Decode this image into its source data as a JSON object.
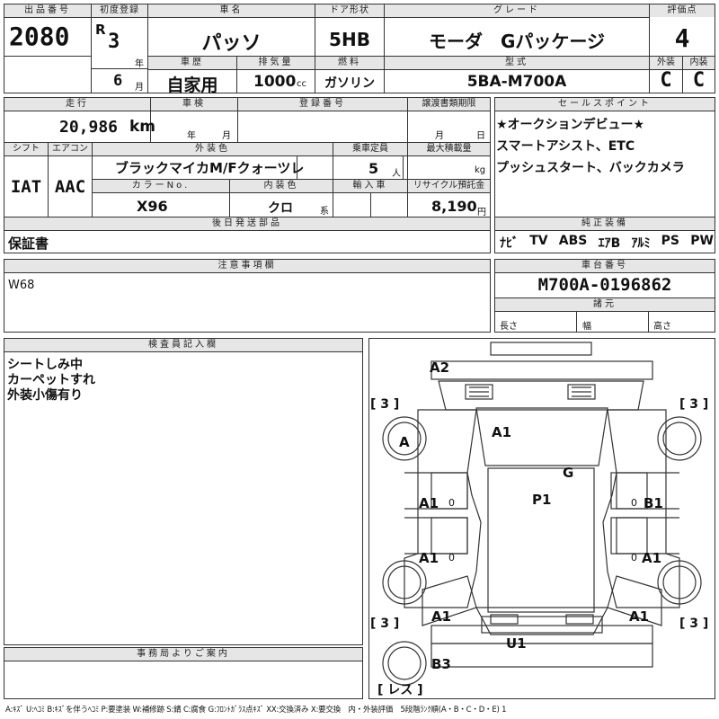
{
  "header": {
    "lot_label": "出品番号",
    "lot": "2080",
    "reg_label": "初度登録",
    "era": "R",
    "year": "3",
    "year_unit": "年",
    "month": "6",
    "month_unit": "月",
    "name_label": "車名",
    "name": "パッソ",
    "door_label": "ドア形状",
    "door": "5HB",
    "grade_label": "グレード",
    "grade": "モーダ　Gパッケージ",
    "score_label": "評価点",
    "score": "4",
    "ext_label": "外装",
    "ext": "C",
    "int_label": "内装",
    "int": "C",
    "history_label": "車歴",
    "history": "自家用",
    "disp_label": "排気量",
    "disp": "1000",
    "disp_unit": "cc",
    "fuel_label": "燃料",
    "fuel": "ガソリン",
    "model_label": "型式",
    "model": "5BA-M700A"
  },
  "row2": {
    "mileage_label": "走行",
    "mileage": "20,986",
    "mileage_unit": "km",
    "inspect_label": "車検",
    "inspect_year": "年",
    "inspect_month": "月",
    "regno_label": "登録番号",
    "transfer_label": "譲渡書類期限",
    "transfer_month": "月",
    "transfer_day": "日",
    "shift_label": "シフト",
    "shift": "IAT",
    "ac_label": "エアコン",
    "ac": "AAC",
    "color_label": "外装色",
    "color": "ブラックマイカM/Fクォーツレ",
    "seats_label": "乗車定員",
    "seats": "5",
    "seats_unit": "人",
    "load_label": "最大積載量",
    "load_unit": "kg",
    "colorno_label": "カラーNo.",
    "colorno": "X96",
    "intcolor_label": "内装色",
    "intcolor": "クロ",
    "intcolor_unit": "系",
    "import_label": "輸入車",
    "recycle_label": "リサイクル預託金",
    "recycle": "8,190",
    "recycle_unit": "円",
    "later_label": "後日発送部品",
    "later": "保証書"
  },
  "sales_point": {
    "label": "セールスポイント",
    "lines": [
      "★オークションデビュー★",
      "スマートアシスト、ETC",
      "プッシュスタート、バックカメラ"
    ]
  },
  "equipment": {
    "label": "純正装備",
    "items": [
      "ﾅﾋﾞ",
      "TV",
      "ABS",
      "ｴｱB",
      "ｱﾙﾐ",
      "PS",
      "PW"
    ]
  },
  "notes": {
    "label": "注意事項欄",
    "text": "W68"
  },
  "chassis": {
    "label": "車台番号",
    "value": "M700A-0196862",
    "dims_label": "諸元",
    "length": "長さ",
    "width": "幅",
    "height": "高さ"
  },
  "inspector": {
    "label": "検査員記入欄",
    "lines": [
      "シートしみ中",
      "カーペットすれ",
      "外装小傷有り"
    ]
  },
  "office": {
    "label": "事務局よりご案内"
  },
  "diagram": {
    "marks": {
      "a2": "A2",
      "a1_hood": "A1",
      "a_front_left": "A",
      "g": "G",
      "p1": "P1",
      "a1_left_front_door": "A1",
      "a1_left_rear_door": "A1",
      "b1_right_front_door": "B1",
      "a1_right_rear_door": "A1",
      "a1_left_rear": "A1",
      "a1_right_rear": "A1",
      "u1": "U1",
      "b3": "B3"
    },
    "tires": {
      "fl": "[ 3 ]",
      "fr": "[ 3 ]",
      "rl": "[ 3 ]",
      "rr": "[ 3 ]"
    },
    "spare": "[ レス ]",
    "zero_left_front": "0",
    "zero_left_rear": "0",
    "zero_right_front": "0",
    "zero_right_rear": "0"
  },
  "legend": "A:ｷｽﾞ U:ﾍｺﾐ B:ｷｽﾞを伴うﾍｺﾐ P:要塗装 W:補修跡 S:錆 C:腐食 G:ﾌﾛﾝﾄｶﾞﾗｽ点ｷｽﾞ XX:交換済み X:要交換　内・外装評価　5段階ﾗﾝｸ順(A・B・C・D・E) 1"
}
